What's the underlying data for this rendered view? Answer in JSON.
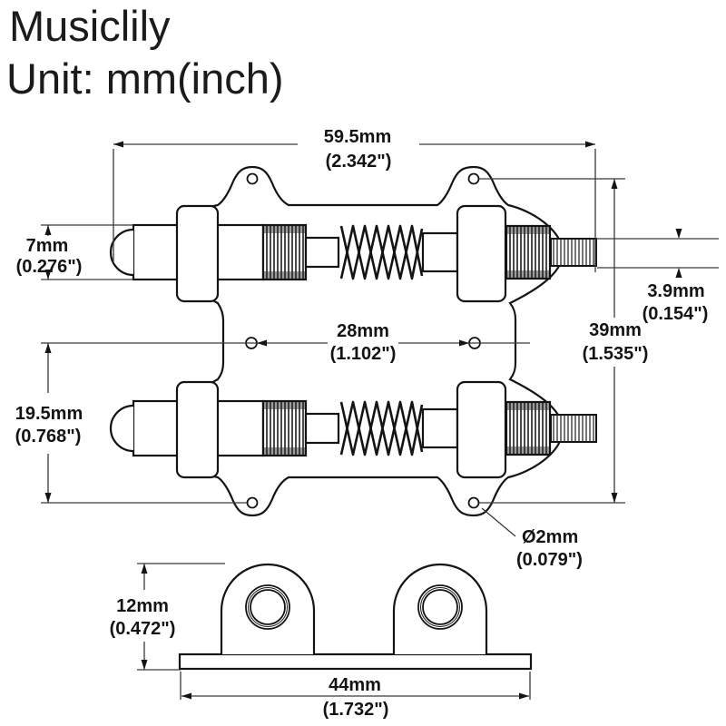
{
  "header": {
    "brand": "Musiclily",
    "unit_label": "Unit: mm(inch)"
  },
  "colors": {
    "ink": "#141414",
    "dimension_line": "#3a3a3a",
    "paper": "#ffffff",
    "knurl_shade": "#9c9c9c"
  },
  "drawing": {
    "type": "technical-dimension-diagram",
    "subject": "guitar tuning machine / tuner assembly, front view and base side view",
    "views": [
      "front-view",
      "base-side-view"
    ]
  },
  "dims": {
    "overall_length": {
      "mm": "59.5mm",
      "inch": "(2.342\")"
    },
    "peg_diameter": {
      "mm": "7mm",
      "inch": "(0.276\")"
    },
    "thread_diameter": {
      "mm": "3.9mm",
      "inch": "(0.154\")"
    },
    "center_hole_spacing": {
      "mm": "28mm",
      "inch": "(1.102\")"
    },
    "vertical_hole_spacing": {
      "mm": "39mm",
      "inch": "(1.535\")"
    },
    "row_to_edge_spacing": {
      "mm": "19.5mm",
      "inch": "(0.768\")"
    },
    "mount_hole_diameter": {
      "mm": "Ø2mm",
      "inch": "(0.079\")"
    },
    "base_height": {
      "mm": "12mm",
      "inch": "(0.472\")"
    },
    "base_width": {
      "mm": "44mm",
      "inch": "(1.732\")"
    }
  }
}
